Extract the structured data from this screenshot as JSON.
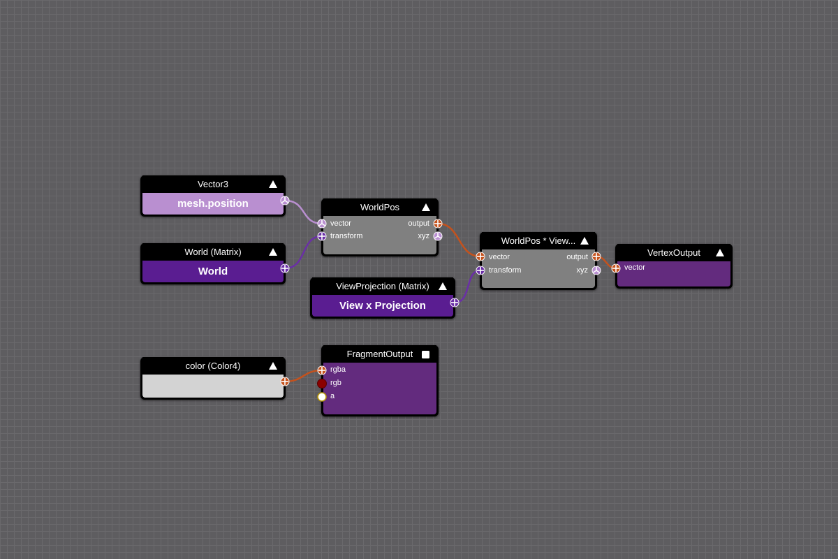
{
  "colors": {
    "background": "#5e5d60",
    "grid_line": "#6a696c",
    "node_header": "#000000",
    "vector3_body": "#b98fd0",
    "matrix_body": "#5a1d91",
    "operation_body": "#808080",
    "output_body": "#632b7e",
    "color4_body": "#d3d3d3",
    "wire_vector3": "#b98fd0",
    "wire_matrix": "#6a2fa6",
    "wire_vector4": "#c4521d"
  },
  "nodes": {
    "vector3": {
      "title": "Vector3",
      "value": "mesh.position"
    },
    "world_matrix": {
      "title": "World (Matrix)",
      "value": "World"
    },
    "worldpos": {
      "title": "WorldPos",
      "inputs": [
        "vector",
        "transform"
      ],
      "outputs": [
        "output",
        "xyz"
      ]
    },
    "viewprojection_matrix": {
      "title": "ViewProjection (Matrix)",
      "value": "View x Projection"
    },
    "worldpos_view": {
      "title": "WorldPos * View...",
      "inputs": [
        "vector",
        "transform"
      ],
      "outputs": [
        "output",
        "xyz"
      ]
    },
    "vertex_output": {
      "title": "VertexOutput",
      "inputs": [
        "vector"
      ]
    },
    "color4": {
      "title": "color (Color4)",
      "value": ""
    },
    "fragment_output": {
      "title": "FragmentOutput",
      "inputs": [
        "rgba",
        "rgb",
        "a"
      ]
    }
  },
  "icons": {
    "collapse": "triangle-up-icon",
    "collapse_square": "square-icon",
    "port_vector4": "crosshair-circle-icon",
    "port_vector3": "tri-spoke-circle-icon",
    "port_matrix": "crosshair-circle-icon",
    "port_color3": "solid-circle-icon",
    "port_float": "hollow-circle-icon"
  }
}
